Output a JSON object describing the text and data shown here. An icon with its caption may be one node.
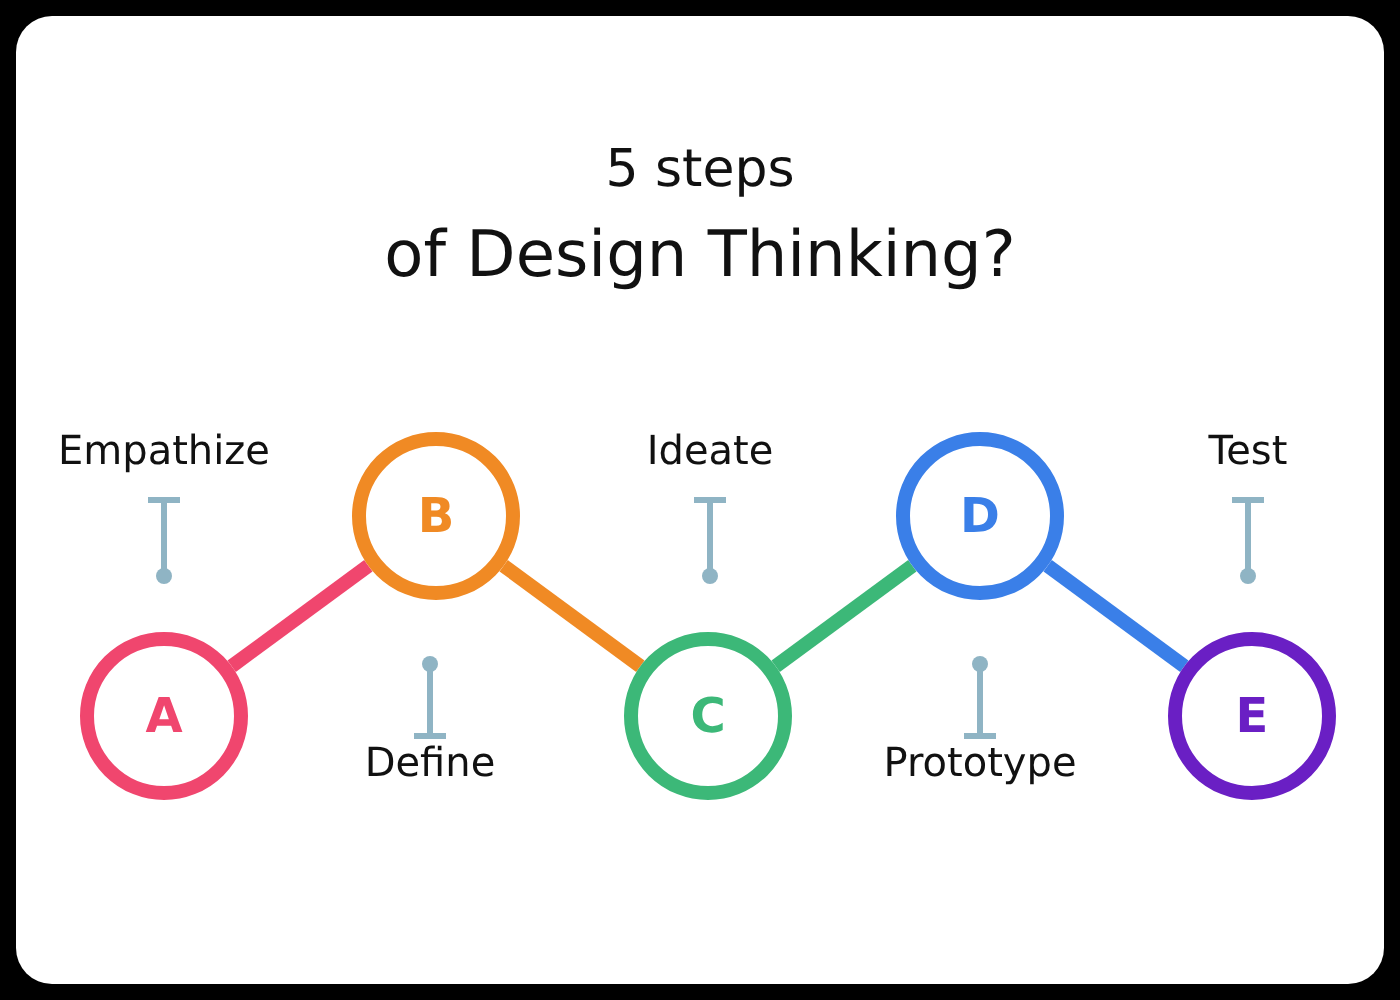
{
  "diagram": {
    "title": "5 steps",
    "nodes": [
      {
        "text": [
          "A"
        ]
      },
      {
        "text": [
          "B"
        ]
      },
      {
        "text": [
          "C"
        ]
      },
      {
        "text": [
          "D"
        ]
      },
      {
        "text": [
          "E"
        ]
      }
    ],
    "edges": [
      {
        "from": 0,
        "to": 1,
        "arrow": "none",
        "color": "#f0466e"
      },
      {
        "from": 1,
        "to": 2,
        "arrow": "none",
        "color": "#f08a24"
      },
      {
        "from": 2,
        "to": 3,
        "arrow": "none",
        "color": "#3cb878"
      },
      {
        "from": 3,
        "to": 4,
        "arrow": "none",
        "color": "#3a7fe8"
      }
    ],
    "labels": [
      "of Design Thinking?",
      "Empathize",
      "Ideate",
      "Test",
      "Define",
      "Prototype"
    ]
  }
}
